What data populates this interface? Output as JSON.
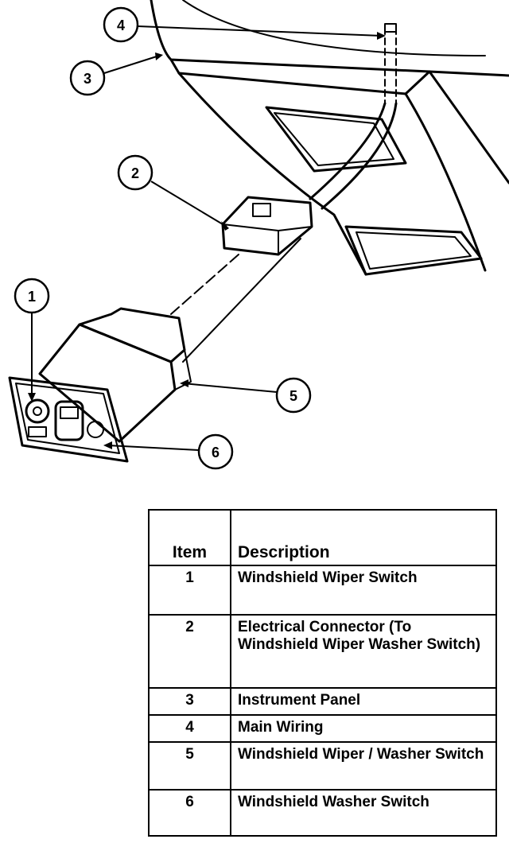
{
  "callouts": [
    "1",
    "2",
    "3",
    "4",
    "5",
    "6"
  ],
  "table": {
    "headers": {
      "item": "Item",
      "description": "Description"
    },
    "rows": [
      {
        "item": "1",
        "description": "Windshield Wiper Switch"
      },
      {
        "item": "2",
        "description": "Electrical Connector (To Windshield Wiper Washer Switch)"
      },
      {
        "item": "3",
        "description": "Instrument Panel"
      },
      {
        "item": "4",
        "description": "Main Wiring"
      },
      {
        "item": "5",
        "description": "Windshield Wiper / Washer Switch"
      },
      {
        "item": "6",
        "description": "Windshield Washer Switch"
      }
    ]
  }
}
